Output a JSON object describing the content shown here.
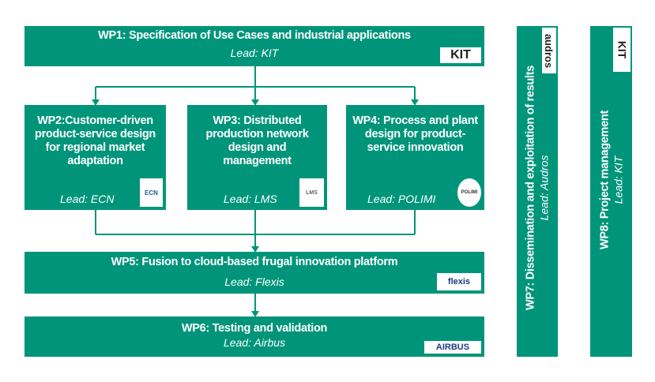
{
  "colors": {
    "box": "#00957a",
    "connector": "#00957a",
    "text": "#ffffff"
  },
  "wp1": {
    "title": "WP1: Specification of Use Cases and industrial applications",
    "lead": "Lead: KIT",
    "logo": "KIT"
  },
  "wp2": {
    "title": "WP2:Customer-driven product-service design for regional market adaptation",
    "lead": "Lead: ECN",
    "logo": "ECN"
  },
  "wp3": {
    "title": "WP3: Distributed production network design and management",
    "lead": "Lead: LMS",
    "logo": "LMS"
  },
  "wp4": {
    "title": "WP4: Process and plant design for product-service innovation",
    "lead": "Lead: POLIMI",
    "logo": "POLIMI"
  },
  "wp5": {
    "title": "WP5: Fusion to cloud-based frugal innovation platform",
    "lead": "Lead: Flexis",
    "logo": "flexis"
  },
  "wp6": {
    "title": "WP6: Testing and validation",
    "lead": "Lead: Airbus",
    "logo": "AIRBUS"
  },
  "wp7": {
    "title": "WP7: Dissemination and exploitation of results",
    "lead": "Lead: Audros",
    "logo": "audros"
  },
  "wp8": {
    "title": "WP8: Project management",
    "lead": "Lead: KIT",
    "logo": "KIT"
  }
}
